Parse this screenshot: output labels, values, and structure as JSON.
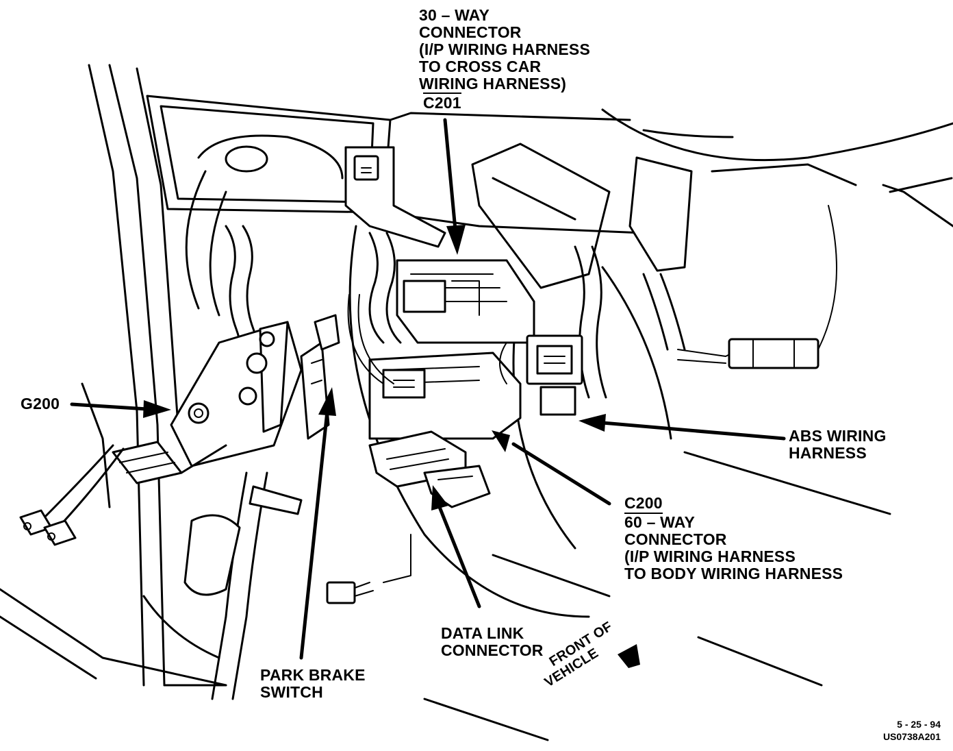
{
  "labels": {
    "c201": {
      "lines": [
        "30 – WAY",
        "CONNECTOR",
        "(I/P WIRING HARNESS",
        "TO CROSS CAR",
        "WIRING HARNESS)"
      ],
      "code": "C201"
    },
    "g200": "G200",
    "abs": [
      "ABS WIRING",
      "HARNESS"
    ],
    "c200": {
      "code": "C200",
      "lines": [
        "60 – WAY",
        "CONNECTOR",
        "(I/P WIRING HARNESS",
        "TO BODY WIRING HARNESS"
      ]
    },
    "data_link": [
      "DATA LINK",
      "CONNECTOR"
    ],
    "park_brake": [
      "PARK BRAKE",
      "SWITCH"
    ],
    "front_vehicle": [
      "FRONT OF",
      "VEHICLE"
    ]
  },
  "reference": {
    "date": "5 - 25 - 94",
    "figure_id": "US0738A201"
  }
}
